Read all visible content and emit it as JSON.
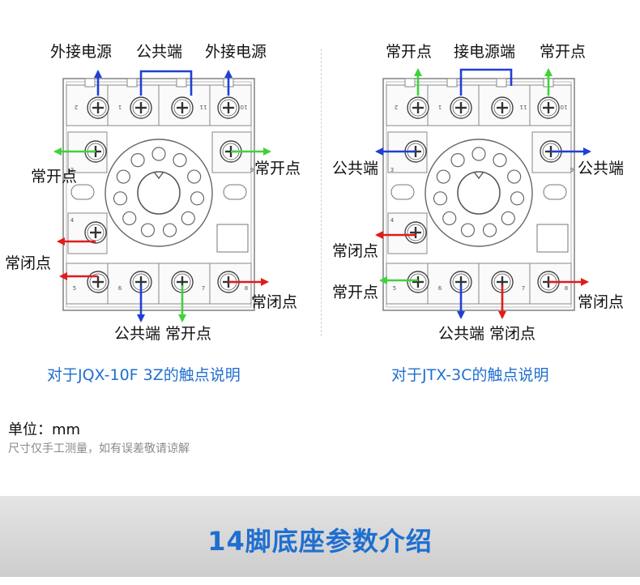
{
  "left_diagram": {
    "caption": "对于JQX-10F 3Z的触点说明",
    "labels": {
      "top_left": "外接电源",
      "top_mid": "公共端",
      "top_right": "外接电源",
      "side_left_upper": "常开点",
      "side_right_upper": "常开点",
      "side_left_lower": "常闭点",
      "side_right_lower": "常闭点",
      "bottom": "公共端 常开点"
    }
  },
  "right_diagram": {
    "caption": "对于JTX-3C的触点说明",
    "labels": {
      "top_left": "常开点",
      "top_mid": "接电源端",
      "top_right": "常开点",
      "side_left_upper": "公共端",
      "side_right_upper": "公共端",
      "side_left_mid": "常闭点",
      "side_left_lower": "常开点",
      "side_right_lower": "常闭点",
      "bottom": "公共端 常闭点"
    }
  },
  "terminal_numbers": {
    "top": [
      "2",
      "1",
      "11",
      "10"
    ],
    "side": [
      "3",
      "9",
      "4"
    ],
    "bottom": [
      "5",
      "6",
      "7",
      "8"
    ]
  },
  "unit_text": "单位：mm",
  "note_text": "尺寸仅手工测量，如有误差敬请谅解",
  "banner_title": "14脚底座参数介绍",
  "colors": {
    "accent_blue": "#1f6fd0",
    "arrow_blue": "#1f3fd6",
    "arrow_green": "#3fd23a",
    "arrow_red": "#e01c1c"
  }
}
